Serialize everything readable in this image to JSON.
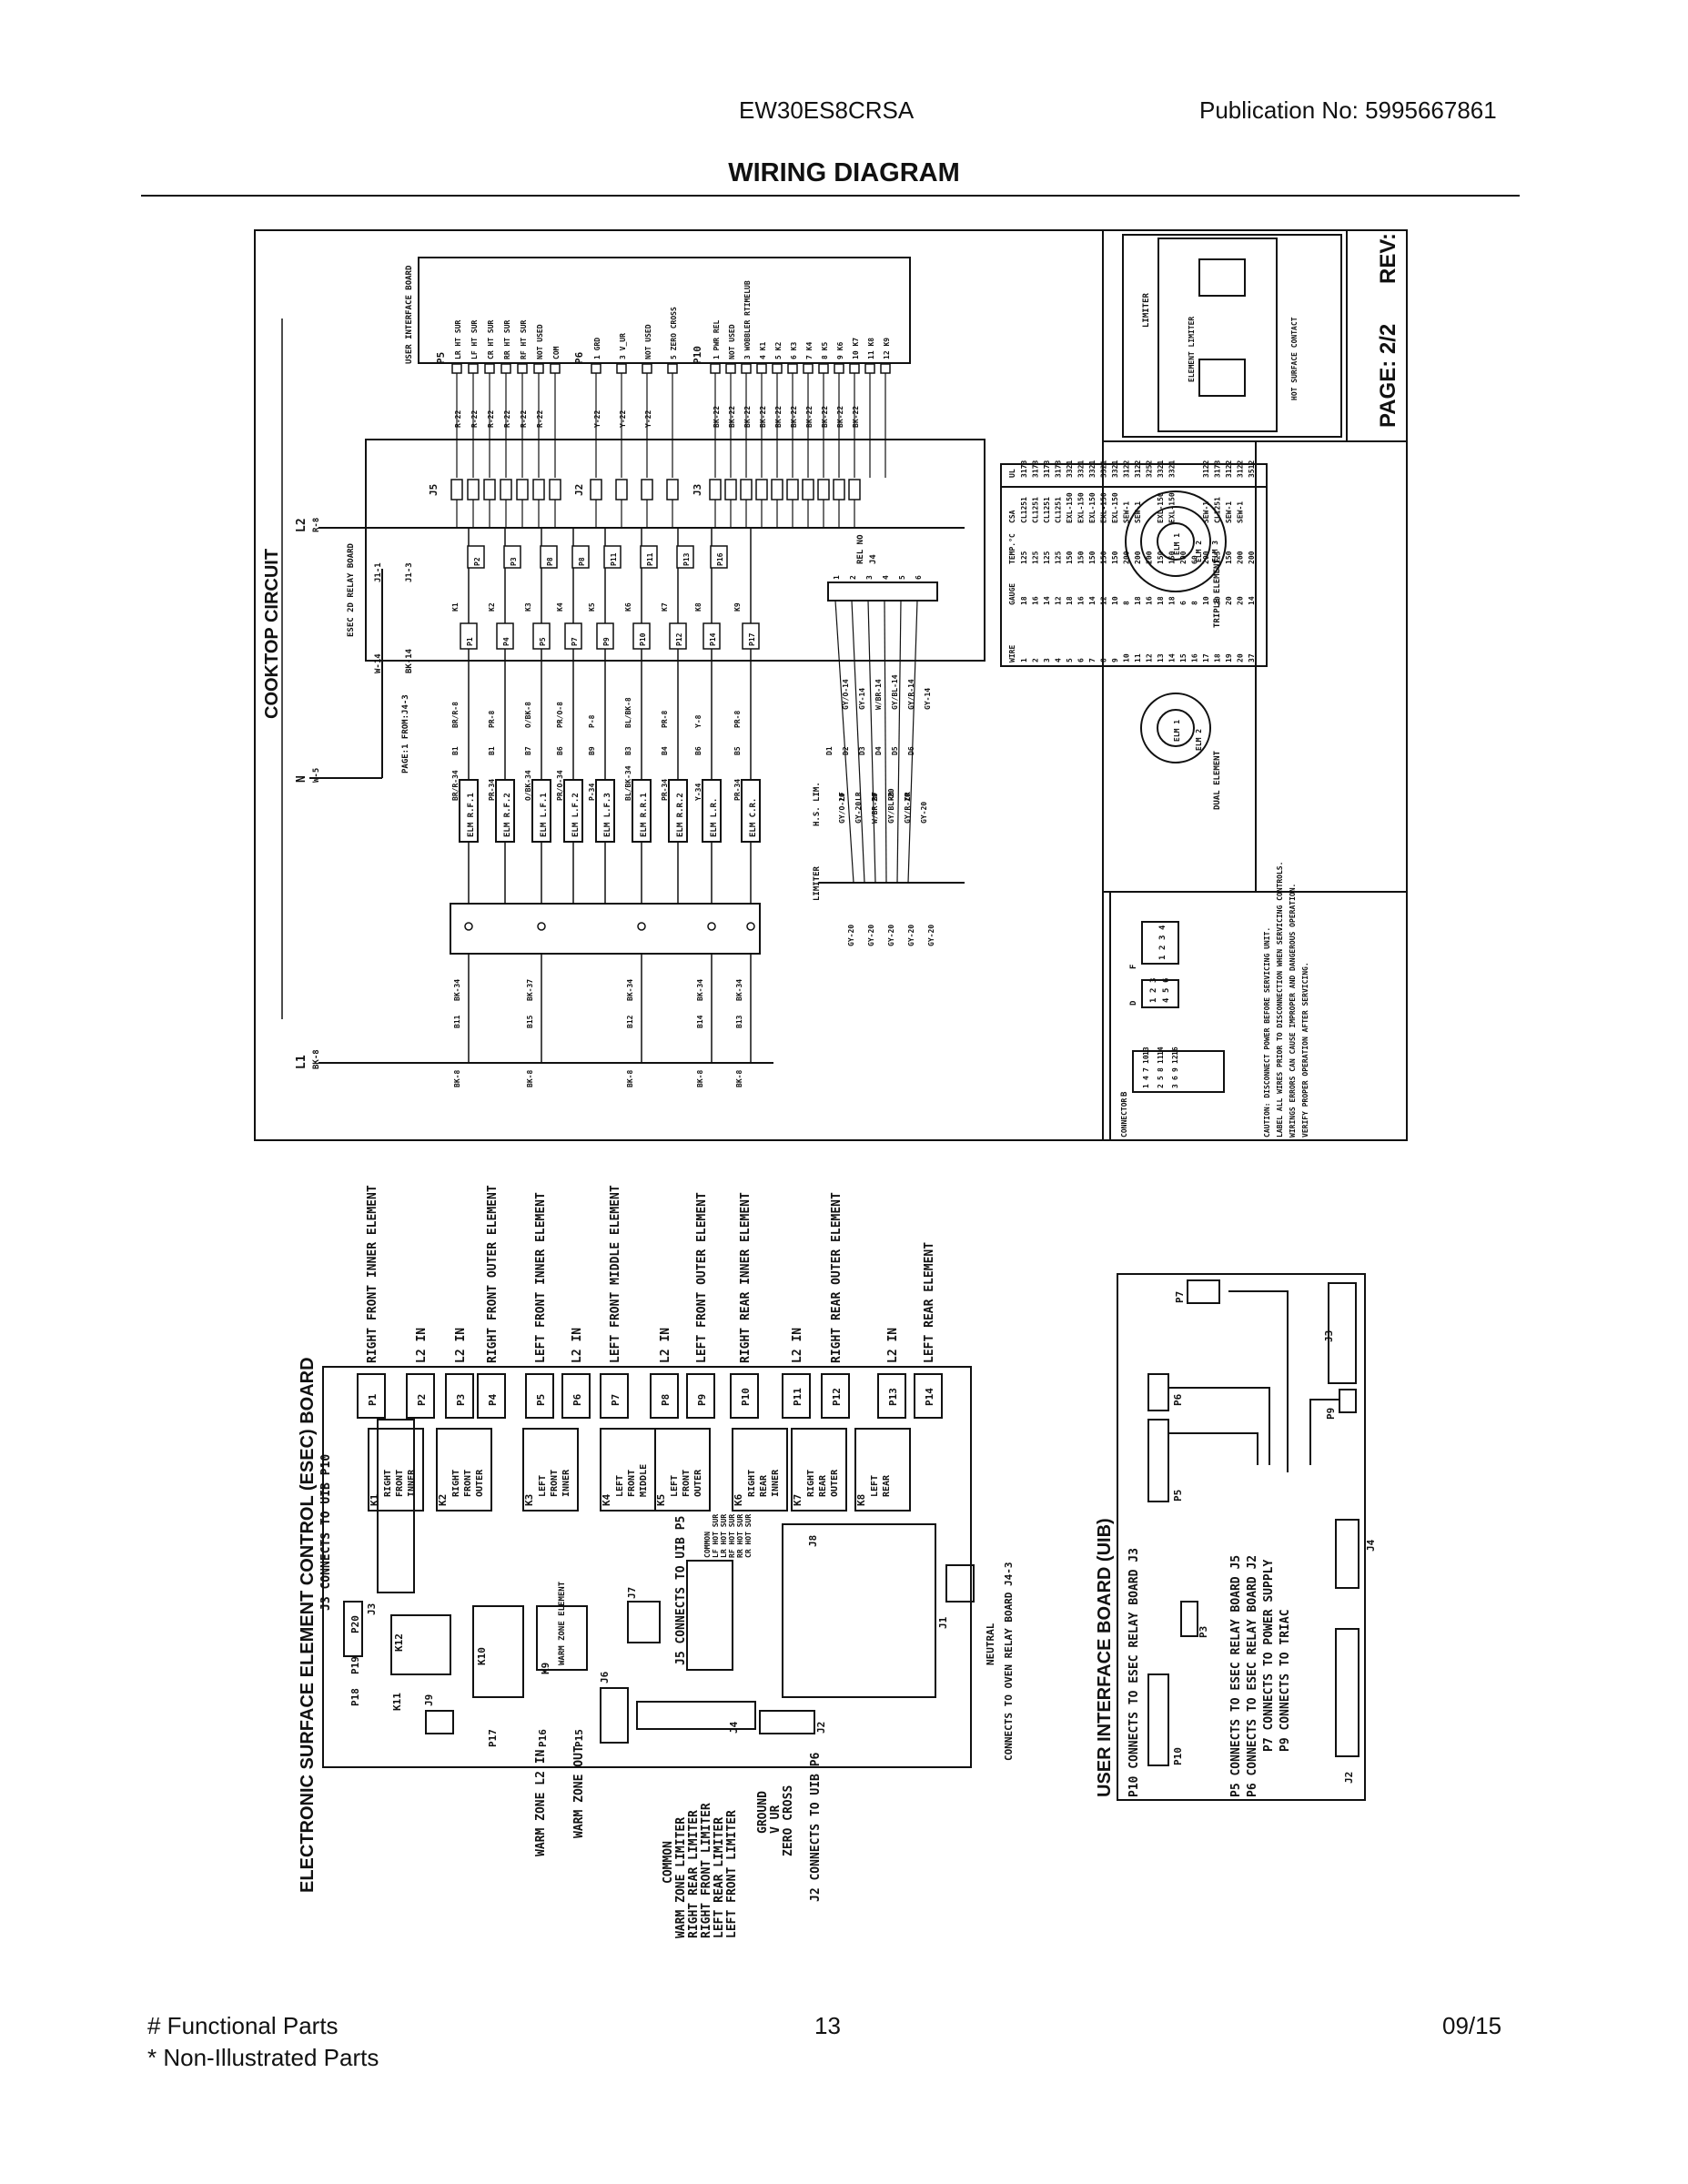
{
  "header": {
    "model": "EW30ES8CRSA",
    "publication": "Publication No:  5995667861",
    "title": "WIRING DIAGRAM"
  },
  "footer": {
    "functional": "# Functional Parts",
    "non_illustrated": "* Non-Illustrated Parts",
    "page": "13",
    "date": "09/15"
  },
  "cooktop": {
    "circuit_title": "COOKTOP CIRCUIT",
    "rev": "REV:",
    "page_ref": "PAGE: 2/2",
    "uib_label": "USER INTERFACE BOARD",
    "p5_label": "P5",
    "p5_pins": [
      "LR HT SUR",
      "LF HT SUR",
      "CR HT SUR",
      "RR HT SUR",
      "RF HT SUR",
      "NOT USED",
      "COM"
    ],
    "p5_wires": [
      "R-22",
      "R-22",
      "R-22",
      "R-22",
      "R-22",
      "R-22"
    ],
    "p6_label": "P6",
    "p6_pins": [
      "1 GRD",
      "3 V_UR",
      "NOT USED",
      "5 ZERO CROSS"
    ],
    "p6_wires": [
      "Y-22",
      "Y-22",
      "Y-22"
    ],
    "p10_label": "P10",
    "p10_pins": [
      "1 PWR REL",
      "NOT USED",
      "3 WOBBLER RTIMELUB",
      "4 K1",
      "5 K2",
      "6 K3",
      "7 K4",
      "8 K5",
      "9 K6",
      "10 K7",
      "11 K8",
      "12 K9"
    ],
    "p10_wires": [
      "BK-22",
      "BK-22",
      "BK-22",
      "BK-22",
      "BK-22",
      "BK-22",
      "BK-22",
      "BK-22",
      "BK-22",
      "BK-22"
    ],
    "j5": "J5",
    "j2": "J2",
    "j3": "J3",
    "l2": "L2",
    "l2_wire": "R-8",
    "l1": "L1",
    "l1_wire": "BK-8",
    "n": "N",
    "n_wire": "W-5",
    "relay_board": "ESEC 2D RELAY BOARD",
    "j1_1": "J1-1",
    "j1_3": "J1-3",
    "w14": "W-14",
    "bk14": "BK-14",
    "page_from": "PAGE:1 FROM:J4-3",
    "relay_contacts": [
      "P2",
      "P3",
      "P8",
      "P8",
      "P11",
      "P11",
      "P13",
      "P16"
    ],
    "relays": [
      "P1",
      "P4",
      "P5",
      "P7",
      "P9",
      "P10",
      "P12",
      "P14",
      "P17"
    ],
    "relay_k": [
      "K1",
      "K2",
      "K3",
      "K4",
      "K5",
      "K6",
      "K7",
      "K8",
      "K9"
    ],
    "wires_top": [
      "BR/R-8",
      "PR-8",
      "O/BK-8",
      "PR/O-8",
      "P-8",
      "BL/BK-8",
      "PR-8",
      "Y-8",
      "PR-8"
    ],
    "wires_mid": [
      "BR/R-34",
      "PR-34",
      "O/BK-34",
      "PR/O-34",
      "P-34",
      "BL/BK-34",
      "PR-34",
      "Y-34",
      "PR-34"
    ],
    "terminals": [
      "B1",
      "B1",
      "B7",
      "B6",
      "B9",
      "B3",
      "B4",
      "B6",
      "B5"
    ],
    "elements": [
      "ELM R.F.1",
      "ELM R.F.2",
      "ELM L.F.1",
      "ELM L.F.2",
      "ELM L.F.3",
      "ELM R.R.1",
      "ELM R.R.2",
      "ELM L.R.",
      "ELM C.R."
    ],
    "bottom_wires": [
      "BK-34",
      "BK-37",
      "BK-34",
      "BK-34",
      "BK-34"
    ],
    "bottom_terms": [
      "B11",
      "B15",
      "B12",
      "B14",
      "B13"
    ],
    "bk8": "BK-8",
    "rel_no": "REL NO",
    "j4": "J4",
    "j4_pins": [
      "1",
      "2",
      "3",
      "4",
      "5",
      "6"
    ],
    "limiter_wires": [
      "GY/O-14",
      "GY-14",
      "W/BR-14",
      "GY/BL-14",
      "GY/R-14",
      "GY-14"
    ],
    "limiter_terms": [
      "D1",
      "D2",
      "D3",
      "D4",
      "D5",
      "D6"
    ],
    "hs_lim": "H.S. LIM.",
    "limiter": "LIMITER",
    "lim_labels": [
      "LF",
      "LR",
      "RF",
      "RR",
      "CR"
    ],
    "lim_wires": [
      "GY/O-20",
      "GY-20",
      "W/BR-20",
      "GY/BL-20",
      "GY/R-20",
      "GY-20"
    ],
    "lim_bottom": [
      "GY-20",
      "GY-20",
      "GY-20",
      "GY-20",
      "GY-20"
    ],
    "table_headers": [
      "WIRE",
      "GAUGE",
      "TEMP.°C",
      "CSA",
      "UL"
    ],
    "table_rows": [
      [
        "1",
        "18",
        "125",
        "CL1251",
        "3173"
      ],
      [
        "2",
        "16",
        "125",
        "CL1251",
        "3173"
      ],
      [
        "3",
        "14",
        "125",
        "CL1251",
        "3173"
      ],
      [
        "4",
        "12",
        "125",
        "CL1251",
        "3173"
      ],
      [
        "5",
        "18",
        "150",
        "EXL-150",
        "3321"
      ],
      [
        "6",
        "16",
        "150",
        "EXL-150",
        "3321"
      ],
      [
        "7",
        "14",
        "150",
        "EXL-150",
        "3321"
      ],
      [
        "8",
        "12",
        "150",
        "EXL-150",
        "3321"
      ],
      [
        "9",
        "10",
        "150",
        "EXL-150",
        "3321"
      ],
      [
        "10",
        "8",
        "200",
        "SEW-1",
        "3122"
      ],
      [
        "11",
        "18",
        "200",
        "SEW-1",
        "3122"
      ],
      [
        "12",
        "16",
        "200",
        "",
        "3252"
      ],
      [
        "13",
        "18",
        "150",
        "EXL-150",
        "3321"
      ],
      [
        "14",
        "18",
        "150",
        "EXL-150",
        "3321"
      ],
      [
        "15",
        "6",
        "200",
        "",
        ""
      ],
      [
        "16",
        "8",
        "60",
        "",
        ""
      ],
      [
        "17",
        "10",
        "200",
        "SEW-1",
        "3122"
      ],
      [
        "18",
        "20",
        "125",
        "CL1251",
        "3173"
      ],
      [
        "19",
        "20",
        "150",
        "SEW-1",
        "3122"
      ],
      [
        "20",
        "20",
        "200",
        "SEW-1",
        "3122"
      ],
      [
        "37",
        "14",
        "200",
        "",
        "3512"
      ]
    ],
    "limiter_box": "LIMITER",
    "element_limiter": "ELEMENT LIMITER",
    "hot_surface_contact": "HOT SURFACE CONTACT",
    "dual_element": "DUAL ELEMENT",
    "triple_element": "TRIPLE ELEMENT",
    "elm1": "ELM 1",
    "elm2": "ELM 2",
    "elm3": "ELM 3",
    "connector": "CONNECTOR",
    "caution": "CAUTION: DISCONNECT POWER BEFORE SERVICING UNIT. LABEL ALL WIRES PRIOR TO DISCONNECTION WHEN SERVICING CONTROLS. WIRINGS ERRORS CAN CAUSE IMPROPER AND DANGEROUS OPERATION. VERIFY PROPER OPERATION AFTER SERVICING.",
    "conn_f": "F",
    "conn_f_pins": [
      "1",
      "2",
      "3",
      "4"
    ],
    "conn_d": "D",
    "conn_d_pins": [
      "1",
      "2",
      "3",
      "4",
      "5",
      "6"
    ],
    "conn_b": "B",
    "conn_b_pins": [
      "1",
      "4",
      "7",
      "10",
      "13",
      "2",
      "5",
      "8",
      "11",
      "14",
      "3",
      "6",
      "9",
      "12",
      "16"
    ]
  },
  "esec": {
    "title": "ELECTRONIC SURFACE ELEMENT CONTROL (ESEC) BOARD",
    "j3_note": "J3 CONNECTS TO UIB P10",
    "top_labels": [
      "RIGHT FRONT INNER ELEMENT",
      "L2 IN",
      "L2 IN",
      "RIGHT FRONT OUTER ELEMENT",
      "LEFT FRONT INNER ELEMENT",
      "L2 IN",
      "LEFT FRONT MIDDLE ELEMENT",
      "L2 IN",
      "LEFT FRONT OUTER ELEMENT",
      "RIGHT REAR INNER ELEMENT",
      "L2 IN",
      "RIGHT REAR OUTER ELEMENT",
      "L2 IN",
      "LEFT REAR ELEMENT"
    ],
    "top_pins": [
      "P1",
      "P2",
      "P3",
      "P4",
      "P5",
      "P6",
      "P7",
      "P8",
      "P9",
      "P10",
      "P11",
      "P12",
      "P13",
      "P14"
    ],
    "relays": [
      {
        "k": "K1",
        "label": "RIGHT FRONT INNER"
      },
      {
        "k": "K2",
        "label": "RIGHT FRONT OUTER"
      },
      {
        "k": "K3",
        "label": "LEFT FRONT INNER"
      },
      {
        "k": "K4",
        "label": "LEFT FRONT MIDDLE"
      },
      {
        "k": "K5",
        "label": "LEFT FRONT OUTER"
      },
      {
        "k": "K6",
        "label": "RIGHT REAR INNER"
      },
      {
        "k": "K7",
        "label": "RIGHT REAR OUTER"
      },
      {
        "k": "K8",
        "label": "LEFT REAR"
      }
    ],
    "j3": "J3",
    "j5_note": "J5 CONNECTS TO UIB P5",
    "j5_pins": [
      "COMMON",
      "LF HOT SUR",
      "LR HOT SUR",
      "RF HOT SUR",
      "RR HOT SUR",
      "CR HOT SUR"
    ],
    "j8": "J8",
    "j1": "J1",
    "neutral": "NEUTRAL",
    "oven_note": "CONNECTS TO OVEN RELAY BOARD J4-3",
    "p20": "P20",
    "p19": "P19",
    "p18": "P18",
    "k11": "K11",
    "k12": "K12",
    "k10": "K10",
    "k9": "K9",
    "warm": "WARM ZONE ELEMENT",
    "j6": "J6",
    "j7": "J7",
    "j9": "J9",
    "p17": "P17",
    "p16": "P16",
    "p15": "P15",
    "j4": "J4",
    "j2": "J2",
    "warm_l2": "WARM ZONE L2 IN",
    "warm_out": "WARM ZONE OUT",
    "j4_labels": [
      "COMMON",
      "WARM ZONE LIMITER",
      "RIGHT REAR LIMITER",
      "RIGHT FRONT LIMITER",
      "LEFT REAR LIMITER",
      "LEFT FRONT LIMITER"
    ],
    "j2_labels": [
      "GROUND",
      "V UR",
      "ZERO CROSS"
    ],
    "j2_note": "J2 CONNECTS TO UIB P6"
  },
  "uib": {
    "title": "USER INTERFACE BOARD (UIB)",
    "lines": [
      "P10 CONNECTS TO ESEC RELAY BOARD J3",
      "P5 CONNECTS TO ESEC RELAY BOARD J5",
      "P6 CONNECTS TO ESEC RELAY BOARD J2",
      "P7 CONNECTS TO POWER SUPPLY",
      "P9 CONNECTS TO TRIAC"
    ],
    "p7": "P7",
    "p6": "P6",
    "p5": "P5",
    "p9": "P9",
    "p3": "P3",
    "p10": "P10",
    "j2": "J2",
    "j3": "J3",
    "j4": "J4"
  }
}
